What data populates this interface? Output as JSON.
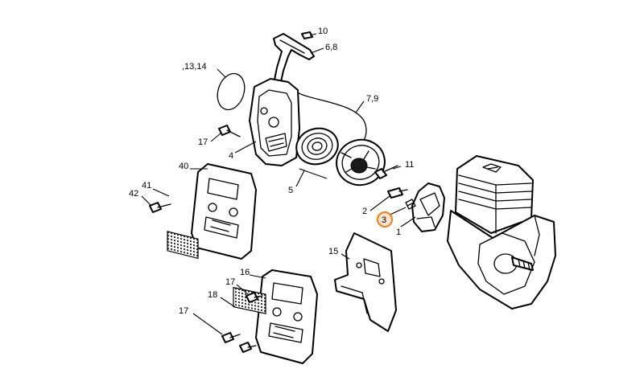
{
  "accent_color": "#f07d1a",
  "highlight": {
    "label": "3"
  },
  "labels": {
    "l10": "10",
    "l68": "6,8",
    "l1314": ",13,14",
    "l79": "7,9",
    "l17a": "17",
    "l4": "4",
    "l11": "11",
    "l5": "5",
    "l40": "40",
    "l41": "41",
    "l42": "42",
    "l2": "2",
    "l1": "1",
    "l15": "15",
    "l16": "16",
    "l17b": "17",
    "l18": "18",
    "l17c": "17"
  }
}
